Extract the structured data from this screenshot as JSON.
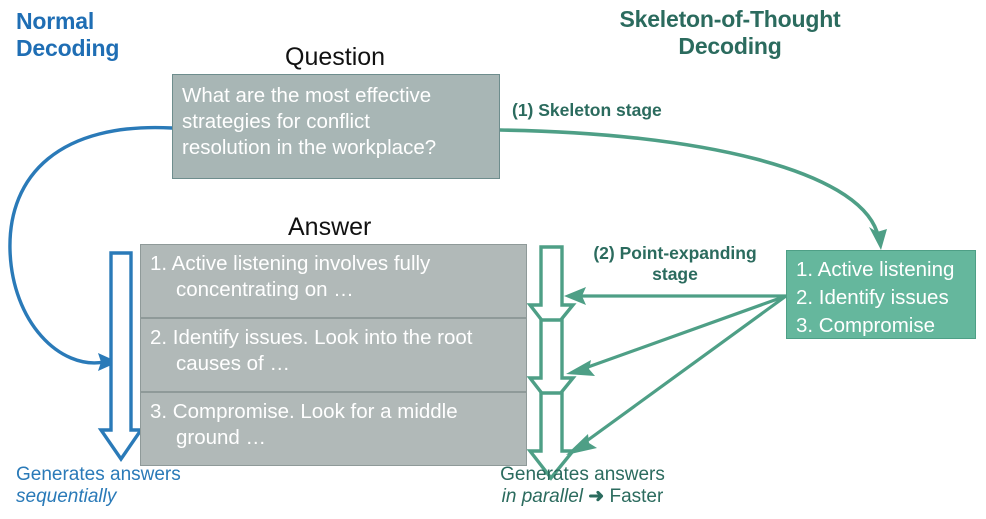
{
  "titles": {
    "left_line1": "Normal",
    "left_line2": "Decoding",
    "right_line1": "Skeleton-of-Thought",
    "right_line2": "Decoding"
  },
  "labels": {
    "question": "Question",
    "answer": "Answer"
  },
  "question_box": {
    "line1": "What are the most effective",
    "line2": "strategies for conflict",
    "line3": "resolution in the workplace?"
  },
  "answers": [
    {
      "line1": "1. Active listening involves fully",
      "line2": "concentrating on …"
    },
    {
      "line1": "2. Identify issues. Look into the root",
      "line2": "causes of …"
    },
    {
      "line1": "3. Compromise. Look for a middle",
      "line2": "ground …"
    }
  ],
  "skeleton_box": {
    "item1": "1. Active listening",
    "item2": "2. Identify issues",
    "item3": "3. Compromise"
  },
  "stages": {
    "stage1": "(1) Skeleton stage",
    "stage2_line1": "(2) Point-expanding",
    "stage2_line2": "stage"
  },
  "captions": {
    "left_line1": "Generates answers",
    "left_line2": "sequentially",
    "right_line1": "Generates answers",
    "right_line2_italic": "in parallel",
    "right_arrow": "➜",
    "right_line2_tail": "Faster"
  },
  "colors": {
    "blue": "#2a7ab8",
    "blue_dark": "#1f6eb4",
    "green": "#4e9f86",
    "green_dark": "#2b6b5e",
    "skeleton_fill": "#65b79d",
    "question_fill": "#a8b6b5",
    "answer_fill": "#b1b9b8",
    "white": "#ffffff"
  }
}
